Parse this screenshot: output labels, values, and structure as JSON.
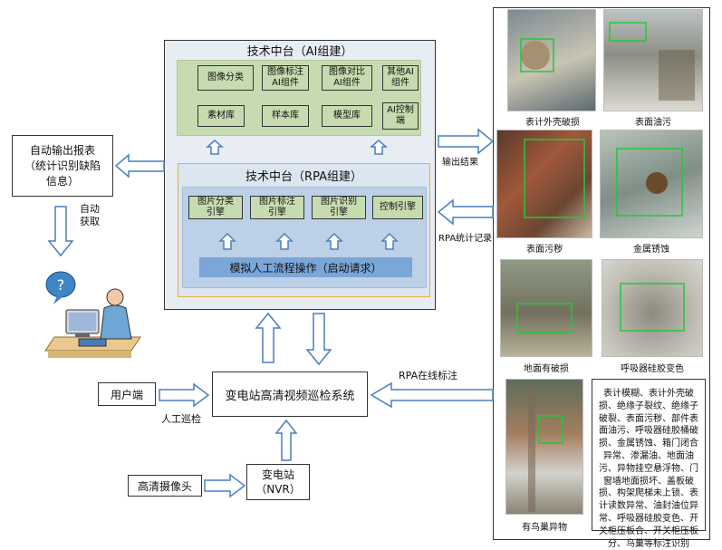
{
  "ai_platform": {
    "title": "技术中台（AI组建）",
    "modules": [
      "图像分类",
      "图像标注\nAI组件",
      "图像对比\nAI组件",
      "其他AI\n组件",
      "素材库",
      "样本库",
      "模型库",
      "AI控制\n端"
    ]
  },
  "rpa_platform": {
    "title": "技术中台（RPA组建）",
    "engines": [
      "图片分类\n引擎",
      "图片标注\n引擎",
      "图片识别\n引擎",
      "控制引擎"
    ],
    "simulation": "模拟人工流程操作（启动请求）"
  },
  "report_box": "自动输出报表\n（统计识别缺陷\n信息）",
  "auto_fetch_label": "自动\n获取",
  "system_box": "变电站高清视频巡检系统",
  "user_box": "用户端",
  "manual_patrol_label": "人工巡检",
  "camera_box": "高清摄像头",
  "substation_box": "变电站\n（NVR）",
  "output_result_label": "输出结果",
  "rpa_stats_label": "RPA统计记录",
  "rpa_online_label": "RPA在线标注",
  "photos": [
    {
      "caption": "表计外壳破损",
      "palette": "meter-icon"
    },
    {
      "caption": "表面油污",
      "palette": "oil-stain-icon"
    },
    {
      "caption": "表面污秽",
      "palette": "insulator-icon"
    },
    {
      "caption": "金属锈蚀",
      "palette": "rust-icon"
    },
    {
      "caption": "地面有破损",
      "palette": "ground-icon"
    },
    {
      "caption": "呼吸器硅胶变色",
      "palette": "breather-icon"
    },
    {
      "caption": "有鸟巢异物",
      "palette": "bird-nest-icon"
    }
  ],
  "defect_list": "表计模糊、表计外壳破损、绝缘子裂纹、绝缘子破裂、表面污秽、部件表面油污、呼吸器硅胶桶破损、金属锈蚀、箱门闭合异常、渗漏油、地面油污、异物挂空悬浮物、门窗墙地面损坏、盖板破损、构架爬梯未上锁、表计读数异常、油封油位异常、呼吸器硅胶变色、开关柜压板合、开关柜压板分、鸟巢等标注识别",
  "colors": {
    "accent_green": "#c7dbb0",
    "accent_blue": "#7aa6d8",
    "frame_orange": "#e4b042",
    "arrow": "#4a7fbf"
  }
}
